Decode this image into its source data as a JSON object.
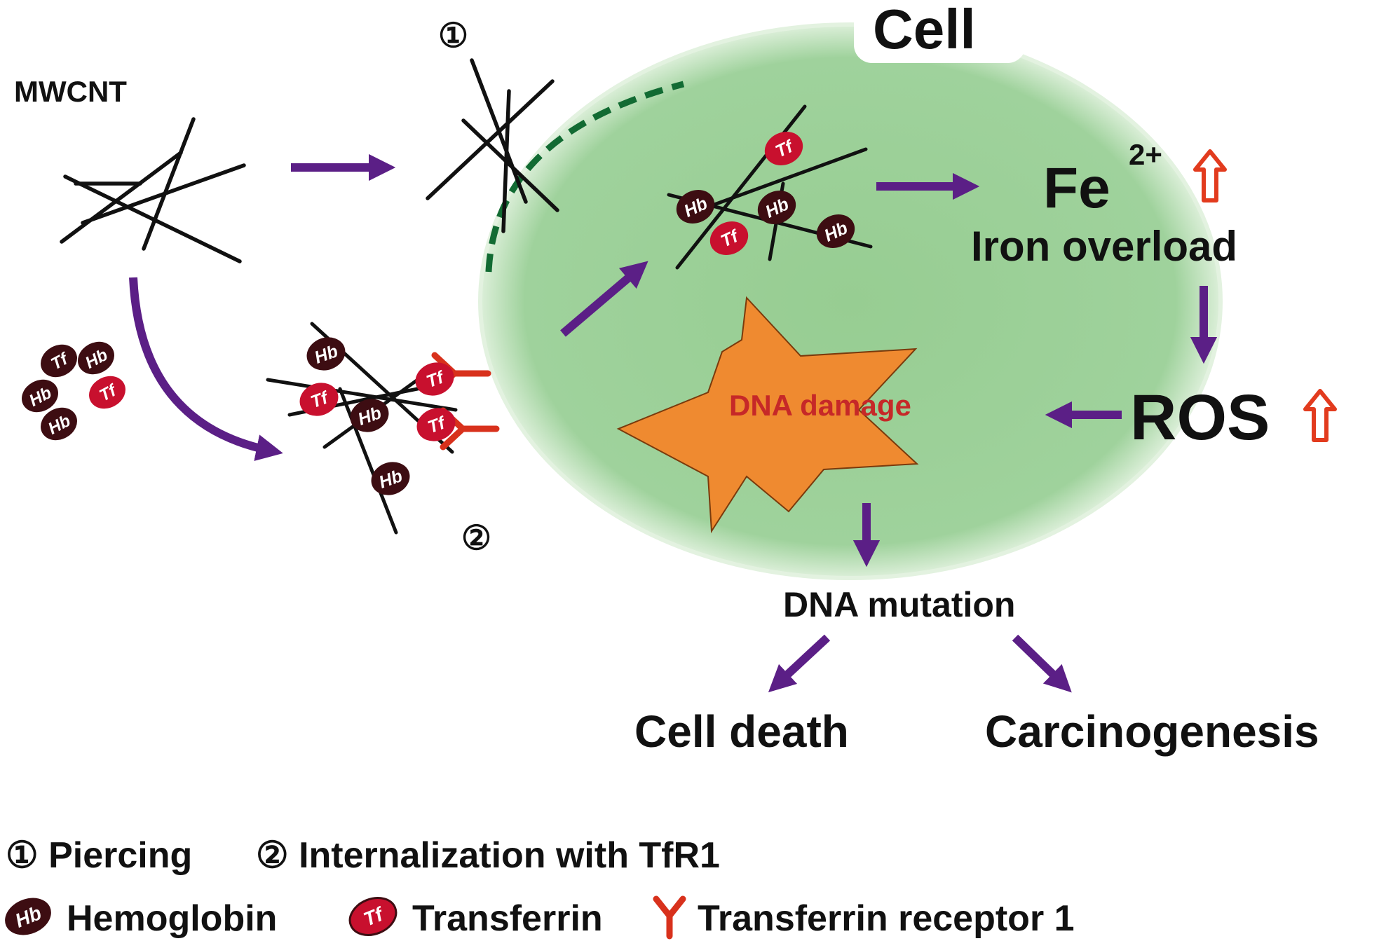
{
  "colors": {
    "cell_fill": "#9fd29c",
    "cell_edge": "#e6f4e4",
    "arrow": "#5b1f86",
    "membrane_dash": "#126b33",
    "star_fill": "#ef8a30",
    "dna_damage_text": "#c62828",
    "up_arrow": "#e23b1e",
    "receptor": "#d8311c",
    "hb_fill": "#3d0d12",
    "tf_fill": "#c8102e"
  },
  "icons": [
    "hemoglobin-icon",
    "transferrin-icon",
    "transferrin-receptor-icon",
    "up-arrow-icon"
  ],
  "labels": {
    "cell": "Cell",
    "mwcnt": "MWCNT",
    "step1_marker": "①",
    "step2_marker": "②",
    "fe": "Fe",
    "fe_charge": "2+",
    "iron_overload": "Iron overload",
    "ros": "ROS",
    "dna_damage": "DNA damage",
    "dna_mutation": "DNA mutation",
    "cell_death": "Cell death",
    "carcinogenesis": "Carcinogenesis"
  },
  "particles": {
    "hb": "Hb",
    "tf": "Tf"
  },
  "legend": {
    "piercing": "① Piercing",
    "internalization": "② Internalization with TfR1",
    "hemoglobin": "Hemoglobin",
    "transferrin": "Transferrin",
    "receptor": "Transferrin receptor 1"
  }
}
